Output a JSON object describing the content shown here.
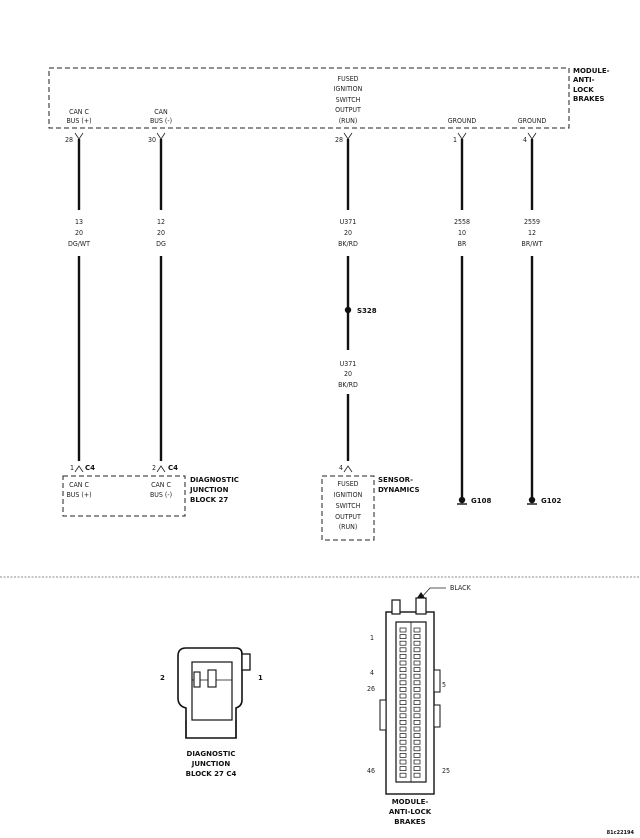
{
  "module_abs": {
    "title_lines": [
      "MODULE-",
      "ANTI-",
      "LOCK",
      "BRAKES"
    ],
    "pins": [
      {
        "label_lines": [
          "CAN C",
          "BUS (+)"
        ],
        "pin": "28"
      },
      {
        "label_lines": [
          "CAN",
          "BUS (-)"
        ],
        "pin": "30"
      },
      {
        "label_lines": [
          "FUSED",
          "IGNITION",
          "SWITCH",
          "OUTPUT",
          "(RUN)"
        ],
        "pin": "28"
      },
      {
        "label_lines": [
          "GROUND"
        ],
        "pin": "1"
      },
      {
        "label_lines": [
          "GROUND"
        ],
        "pin": "4"
      }
    ]
  },
  "wires": [
    {
      "circuit": "13",
      "gauge": "20",
      "color": "DG/WT"
    },
    {
      "circuit": "12",
      "gauge": "20",
      "color": "DG"
    },
    {
      "circuit": "U371",
      "gauge": "20",
      "color": "BK/RD"
    },
    {
      "circuit": "2558",
      "gauge": "10",
      "color": "BR"
    },
    {
      "circuit": "2559",
      "gauge": "12",
      "color": "BR/WT"
    }
  ],
  "wire_lower": {
    "circuit": "U371",
    "gauge": "20",
    "color": "BK/RD"
  },
  "splice": "S328",
  "grounds": [
    "G108",
    "G102"
  ],
  "djb": {
    "title_lines": [
      "DIAGNOSTIC",
      "JUNCTION",
      "BLOCK 27"
    ],
    "pins": [
      {
        "pin": "1",
        "connector": "C4",
        "label_lines": [
          "CAN C",
          "BUS (+)"
        ]
      },
      {
        "pin": "2",
        "connector": "C4",
        "label_lines": [
          "CAN C",
          "BUS (-)"
        ]
      }
    ]
  },
  "sensor": {
    "title_lines": [
      "SENSOR-",
      "DYNAMICS"
    ],
    "pin": "4",
    "label_lines": [
      "FUSED",
      "IGNITION",
      "SWITCH",
      "OUTPUT",
      "(RUN)"
    ]
  },
  "connector_view_djb": {
    "pin_left": "2",
    "pin_right": "1",
    "caption_lines": [
      "DIAGNOSTIC",
      "JUNCTION",
      "BLOCK 27 C4"
    ]
  },
  "connector_view_abs": {
    "color_label": "BLACK",
    "pins": [
      "1",
      "4",
      "26",
      "46",
      "5",
      "25"
    ],
    "caption_lines": [
      "MODULE-",
      "ANTI-LOCK",
      "BRAKES"
    ]
  },
  "figure_id": "81c22194"
}
